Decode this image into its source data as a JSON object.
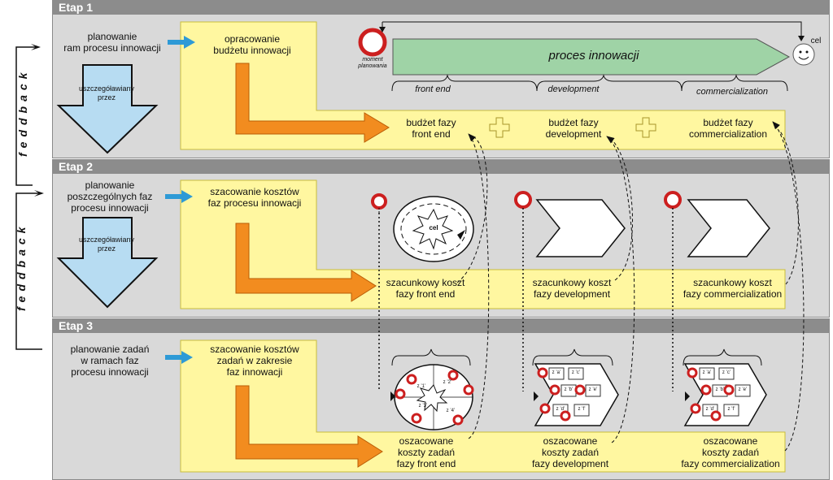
{
  "feedback_label": "feddback",
  "arrow_label": "uszczegóławiany przez",
  "stages": [
    {
      "title": "Etap 1",
      "left_text": [
        "planowanie",
        "ram procesu innowacji"
      ],
      "yellow_title": [
        "opracowanie",
        "budżetu innowacji"
      ],
      "outputs": [
        [
          "budżet fazy",
          "front end"
        ],
        [
          "budżet fazy",
          "development"
        ],
        [
          "budżet fazy",
          "commercialization"
        ]
      ]
    },
    {
      "title": "Etap 2",
      "left_text": [
        "planowanie",
        "poszczególnych faz",
        "procesu innowacji"
      ],
      "yellow_title": [
        "szacowanie kosztów",
        "faz procesu innowacji"
      ],
      "outputs": [
        [
          "szacunkowy koszt",
          "fazy front end"
        ],
        [
          "szacunkowy koszt",
          "fazy development"
        ],
        [
          "szacunkowy koszt",
          "fazy commercialization"
        ]
      ]
    },
    {
      "title": "Etap 3",
      "left_text": [
        "planowanie zadań",
        "w ramach faz",
        "procesu innowacji"
      ],
      "yellow_title": [
        "szacowanie kosztów",
        "zadań w zakresie",
        "faz innowacji"
      ],
      "outputs": [
        [
          "oszacowane",
          "koszty zadań",
          "fazy front end"
        ],
        [
          "oszacowane",
          "koszty zadań",
          "fazy development"
        ],
        [
          "oszacowane",
          "koszty zadań",
          "fazy commercialization"
        ]
      ]
    }
  ],
  "process": {
    "label": "proces innowacji",
    "moment_label": [
      "moment",
      "planowania"
    ],
    "goal_label": "cel",
    "phases": [
      "front end",
      "development",
      "commercialization"
    ]
  },
  "goal_burst_label": "cel",
  "task_labels_fe": [
    "z ’1’",
    "z ’2’",
    "z ’3’",
    "z ’4’"
  ],
  "task_labels_grid": [
    "z ’a’",
    "z ’c’",
    "z ’b’",
    "z ’e’",
    "z ’d’",
    "z ’f’"
  ],
  "colors": {
    "panel": "#d9d9d9",
    "bar": "#8c8c8c",
    "yellow": "#fff7a0",
    "orange": "#f28c1f",
    "blue_arrow": "#2e9ad6",
    "light_blue": "#b7dcf2",
    "green": "#9fd3a6",
    "red": "#cc1f1f"
  }
}
